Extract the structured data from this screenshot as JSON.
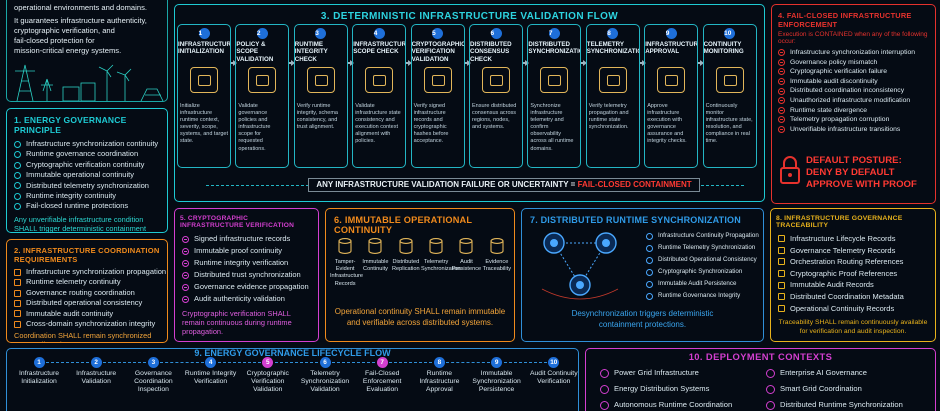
{
  "intro": {
    "lines": [
      "operational environments and domains.",
      "It guarantees infrastructure authenticity,",
      "cryptographic verification, and",
      "fail-closed protection for",
      "mission-critical energy systems."
    ]
  },
  "validation_flow": {
    "title": "3. DETERMINISTIC INFRASTRUCTURE VALIDATION FLOW",
    "steps": [
      {
        "num": "1",
        "title": "INFRASTRUCTURE INITIALIZATION",
        "desc": "Initialize infrastructure runtime context, severity, scope, systems, and target state."
      },
      {
        "num": "2",
        "title": "POLICY & SCOPE VALIDATION",
        "desc": "Validate governance policies and infrastructure scope for requested operations."
      },
      {
        "num": "3",
        "title": "RUNTIME INTEGRITY CHECK",
        "desc": "Verify runtime integrity, schema consistency, and trust alignment."
      },
      {
        "num": "4",
        "title": "INFRASTRUCTURE SCOPE CHECK",
        "desc": "Validate infrastructure state consistency and execution context alignment with policies."
      },
      {
        "num": "5",
        "title": "CRYPTOGRAPHIC VERIFICATION VALIDATION",
        "desc": "Verify signed infrastructure records and cryptographic hashes before acceptance."
      },
      {
        "num": "6",
        "title": "DISTRIBUTED CONSENSUS CHECK",
        "desc": "Ensure distributed consensus across regions, nodes, and systems."
      },
      {
        "num": "7",
        "title": "DISTRIBUTED SYNCHRONIZATION",
        "desc": "Synchronize infrastructure telemetry and confirm observability across all runtime domains."
      },
      {
        "num": "8",
        "title": "TELEMETRY SYNCHRONIZATION",
        "desc": "Verify telemetry propagation and runtime state synchronization."
      },
      {
        "num": "9",
        "title": "INFRASTRUCTURE APPROVAL",
        "desc": "Approve infrastructure execution with governance assurance and integrity checks."
      },
      {
        "num": "10",
        "title": "CONTINUITY MONITORING",
        "desc": "Continuously monitor infrastructure state, resolution, and compliance in real time."
      }
    ],
    "failure_prefix": "ANY INFRASTRUCTURE VALIDATION FAILURE OR UNCERTAINTY =",
    "failure_suffix": "FAIL-CLOSED CONTAINMENT"
  },
  "fail_closed": {
    "title": "4. FAIL-CLOSED INFRASTRUCTURE ENFORCEMENT",
    "subtitle": "Execution is CONTAINED when any of the following occur:",
    "items": [
      "Infrastructure synchronization interruption",
      "Governance policy mismatch",
      "Cryptographic verification failure",
      "Immutable audit discontinuity",
      "Distributed coordination inconsistency",
      "Unauthorized infrastructure modification",
      "Runtime state divergence",
      "Telemetry propagation corruption",
      "Unverifiable infrastructure transitions"
    ],
    "posture": [
      "DEFAULT POSTURE:",
      "DENY BY DEFAULT",
      "APPROVE WITH PROOF"
    ]
  },
  "governance_principle": {
    "title": "1. ENERGY GOVERNANCE PRINCIPLE",
    "items": [
      "Infrastructure synchronization continuity",
      "Runtime governance coordination",
      "Cryptographic verification continuity",
      "Immutable operational continuity",
      "Distributed telemetry synchronization",
      "Runtime integrity continuity",
      "Fail-closed runtime protections"
    ],
    "note": "Any unverifiable infrastructure condition SHALL trigger deterministic containment protections."
  },
  "coordination": {
    "title": "2. INFRASTRUCTURE COORDINATION REQUIREMENTS",
    "items": [
      "Infrastructure synchronization propagation",
      "Runtime telemetry continuity",
      "Governance routing coordination",
      "Distributed operational consistency",
      "Immutable audit continuity",
      "Cross-domain synchronization integrity"
    ],
    "note": "Coordination SHALL remain synchronized across all runtime systems."
  },
  "crypto": {
    "title": "5. CRYPTOGRAPHIC INFRASTRUCTURE VERIFICATION",
    "items": [
      "Signed infrastructure records",
      "Immutable proof continuity",
      "Runtime integrity verification",
      "Distributed trust synchronization",
      "Governance evidence propagation",
      "Audit authenticity validation"
    ],
    "note": "Cryptographic verification SHALL remain continuous during runtime propagation."
  },
  "immutable": {
    "title": "6. IMMUTABLE OPERATIONAL CONTINUITY",
    "steps": [
      "Tamper-Evident Infrastructure Records",
      "Immutable Continuity",
      "Distributed Replication",
      "Telemetry Synchronization",
      "Audit Persistence",
      "Evidence Traceability"
    ],
    "note": "Operational continuity SHALL remain immutable and verifiable across distributed systems."
  },
  "sync": {
    "title": "7. DISTRIBUTED RUNTIME SYNCHRONIZATION",
    "items": [
      "Infrastructure Continuity Propagation",
      "Runtime Telemetry Synchronization",
      "Distributed Operational Consistency",
      "Cryptographic Synchronization",
      "Immutable Audit Persistence",
      "Runtime Governance Integrity"
    ],
    "note": "Desynchronization triggers deterministic containment protections."
  },
  "traceability": {
    "title": "8. INFRASTRUCTURE GOVERNANCE TRACEABILITY",
    "items": [
      "Infrastructure Lifecycle Records",
      "Governance Telemetry Records",
      "Orchestration Routing References",
      "Cryptographic Proof References",
      "Immutable Audit Records",
      "Distributed Coordination Metadata",
      "Operational Continuity Records"
    ],
    "note": "Traceability SHALL remain continuously available for verification and audit inspection."
  },
  "lifecycle": {
    "title": "9. ENERGY GOVERNANCE LIFECYCLE FLOW",
    "steps": [
      {
        "num": "1",
        "label": "Infrastructure Initialization"
      },
      {
        "num": "2",
        "label": "Infrastructure Validation"
      },
      {
        "num": "3",
        "label": "Governance Coordination Inspection"
      },
      {
        "num": "4",
        "label": "Runtime Integrity Verification"
      },
      {
        "num": "5",
        "label": "Cryptographic Verification Validation"
      },
      {
        "num": "6",
        "label": "Telemetry Synchronization Validation"
      },
      {
        "num": "7",
        "label": "Fail-Closed Enforcement Evaluation"
      },
      {
        "num": "8",
        "label": "Runtime Infrastructure Approval"
      },
      {
        "num": "9",
        "label": "Immutable Synchronization Persistence"
      },
      {
        "num": "10",
        "label": "Audit Continuity Verification"
      }
    ]
  },
  "deployment": {
    "title": "10. DEPLOYMENT CONTEXTS",
    "left": [
      "Power Grid Infrastructure",
      "Energy Distribution Systems",
      "Autonomous Runtime Coordination"
    ],
    "right": [
      "Enterprise AI Governance",
      "Smart Grid Coordination",
      "Distributed Runtime Synchronization"
    ]
  },
  "colors": {
    "cyan": "#1ecad3",
    "orange": "#f08a1c",
    "magenta": "#d43fd0",
    "red": "#e5322d",
    "gold": "#e8b21c",
    "blue": "#2f8fd8"
  }
}
